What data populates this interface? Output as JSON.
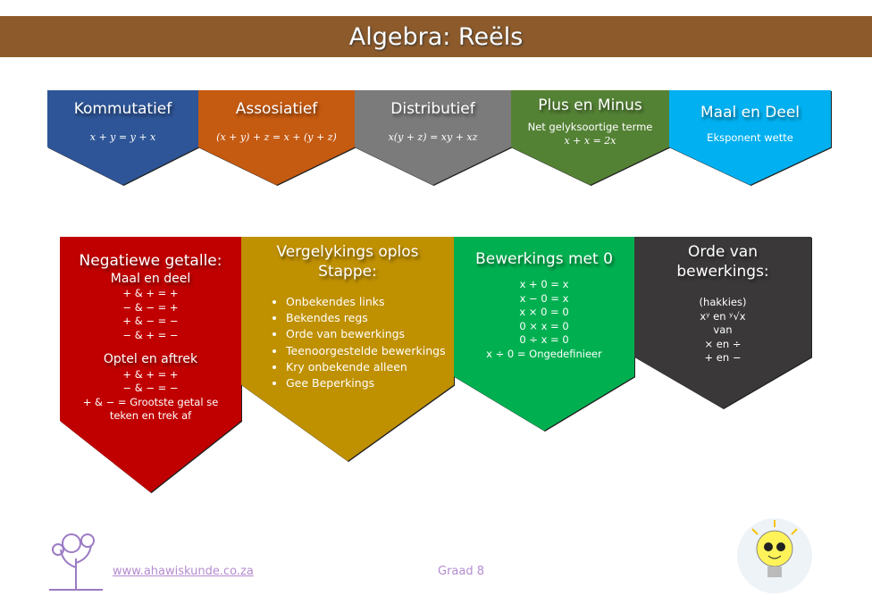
{
  "title": "Algebra: Reëls",
  "top_cards": [
    {
      "title": "Kommutatief",
      "formula": "x + y = y + x",
      "color": "#2e5597"
    },
    {
      "title": "Assosiatief",
      "formula": "(x + y) + z = x + (y + z)",
      "color": "#c55a11"
    },
    {
      "title": "Distributief",
      "formula": "x(y + z) = xy + xz",
      "color": "#7b7b7b"
    },
    {
      "title": "Plus en Minus",
      "line1": "Net gelyksoortige terme",
      "formula": "x + x = 2x",
      "color": "#548235"
    },
    {
      "title": "Maal en Deel",
      "line1": "Eksponent wette",
      "color": "#00b0f0"
    }
  ],
  "negative": {
    "title": "Negatiewe getalle:",
    "sub1": "Maal en deel",
    "rules1": [
      "+ & + = +",
      "− & − = +",
      "+ & − = −",
      "− & + = −"
    ],
    "sub2": "Optel en aftrek",
    "rules2": [
      "+ & + = +",
      "− & − = −",
      "+ & − = Grootste getal se teken en trek af"
    ],
    "color": "#c00000"
  },
  "equations": {
    "title": "Vergelykings oplos Stappe:",
    "steps": [
      "Onbekendes links",
      "Bekendes regs",
      "Orde van bewerkings",
      "Teenoorgestelde bewerkings",
      "Kry onbekende alleen",
      "Gee Beperkings"
    ],
    "color": "#bf9000"
  },
  "zero": {
    "title": "Bewerkings met 0",
    "rules": [
      "x + 0 = x",
      "x − 0 = x",
      "x × 0 = 0",
      "0 × x = 0",
      "0 ÷ x = 0",
      "x ÷ 0 = Ongedefinieer"
    ],
    "color": "#00b050"
  },
  "order": {
    "title": "Orde van bewerkings:",
    "lines": [
      "(hakkies)",
      "xʸ en ʸ√x",
      "van",
      "× en ÷",
      "+ en −"
    ],
    "color": "#3a3838"
  },
  "footer": {
    "link": "www.ahawiskunde.co.za",
    "grade": "Graad 8"
  }
}
